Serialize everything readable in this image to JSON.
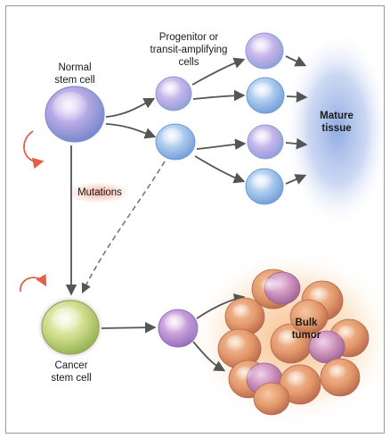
{
  "labels": {
    "progenitor_line1": "Progenitor or",
    "progenitor_line2": "transit-amplifying",
    "progenitor_line3": "cells",
    "normal_line1": "Normal",
    "normal_line2": "stem cell",
    "mature_line1": "Mature",
    "mature_line2": "tissue",
    "mutations": "Mutations",
    "cancer_line1": "Cancer",
    "cancer_line2": "stem cell",
    "bulk_line1": "Bulk",
    "bulk_line2": "tumor"
  },
  "colors": {
    "normal_cell": "#b9a9e6",
    "progenitor_cell": "#a7c8ec",
    "mature_tissue": "#8aa6e0",
    "cancer_stem_cell": "#cfdd8a",
    "tumor_cell": "#e49a6c",
    "self_renewal_arrow": "#e0604a",
    "mutations_glow": "#f2a58c"
  }
}
